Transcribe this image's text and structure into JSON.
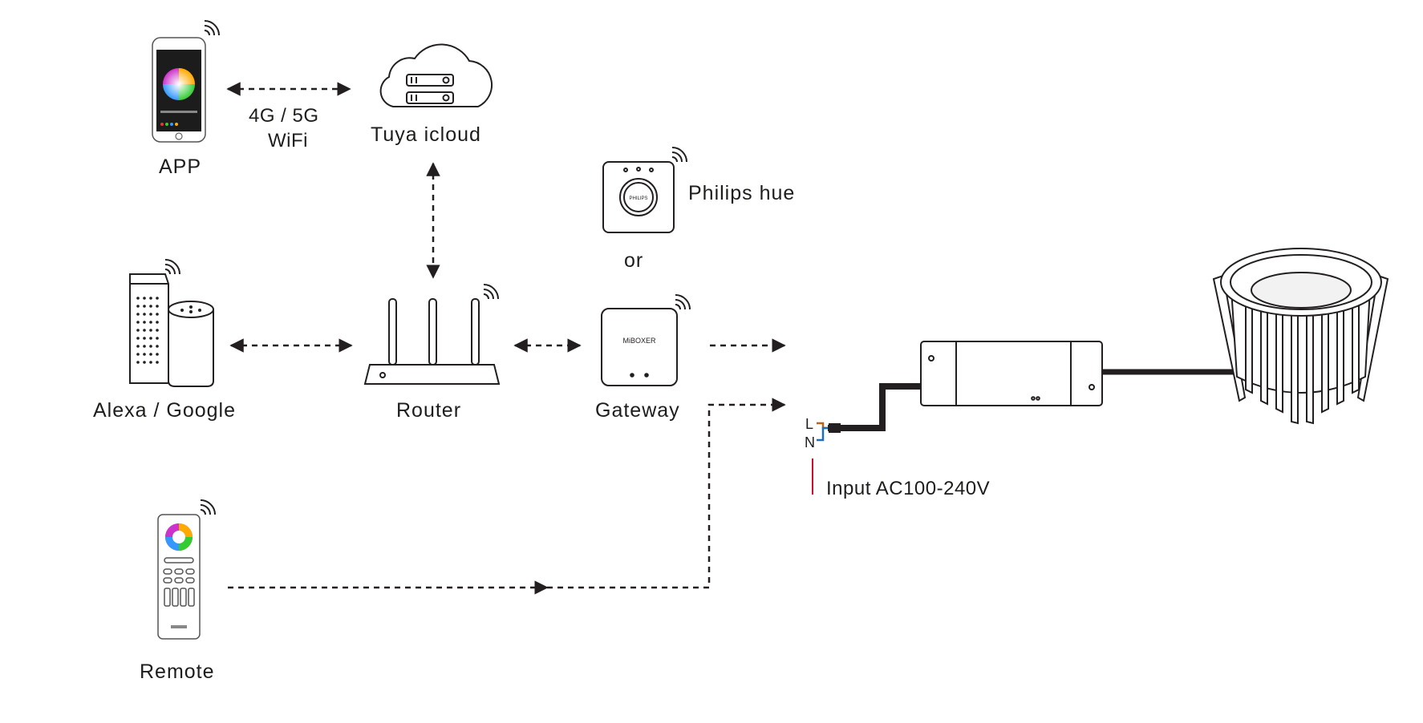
{
  "labels": {
    "app": "APP",
    "link_app_cloud_line1": "4G / 5G",
    "link_app_cloud_line2": "WiFi",
    "cloud": "Tuya icloud",
    "philips": "Philips hue",
    "or": "or",
    "speakers": "Alexa / Google",
    "router": "Router",
    "gateway": "Gateway",
    "remote": "Remote",
    "terminal_l": "L",
    "terminal_n": "N",
    "input": "Input AC100-240V"
  },
  "device_text": {
    "philips_logo": "PHILIPS",
    "gateway_logo": "MiBOXER"
  },
  "colors": {
    "line": "#231f20",
    "live_wire": "#b5651d",
    "neutral_wire": "#1f6fb5",
    "input_marker": "#c8102e"
  }
}
